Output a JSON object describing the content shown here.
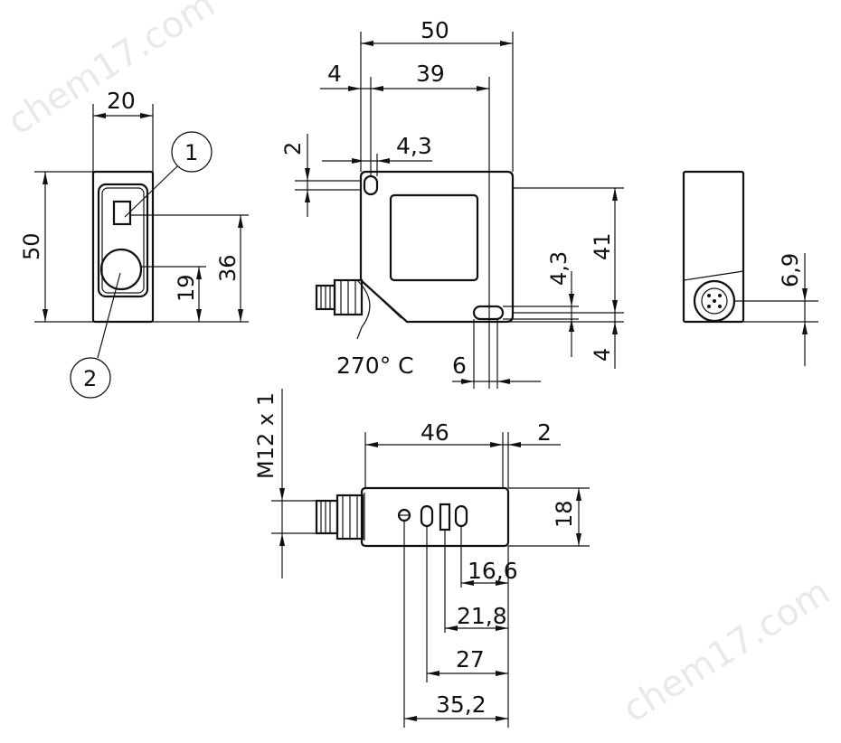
{
  "watermark": "chem17.com",
  "labels": {
    "front_width": "20",
    "front_height": "50",
    "front_36": "36",
    "front_19": "19",
    "callout_1": "1",
    "callout_2": "2",
    "side_width": "50",
    "side_4": "4",
    "side_39": "39",
    "side_2": "2",
    "side_43": "4,3",
    "side_41": "41",
    "side_43b": "4,3",
    "side_4b": "4",
    "side_6": "6",
    "side_angle": "270° C",
    "right_69": "6,9",
    "bottom_thread": "M12 x 1",
    "bottom_46": "46",
    "bottom_2": "2",
    "bottom_18": "18",
    "bottom_166": "16,6",
    "bottom_218": "21,8",
    "bottom_27": "27",
    "bottom_352": "35,2"
  }
}
